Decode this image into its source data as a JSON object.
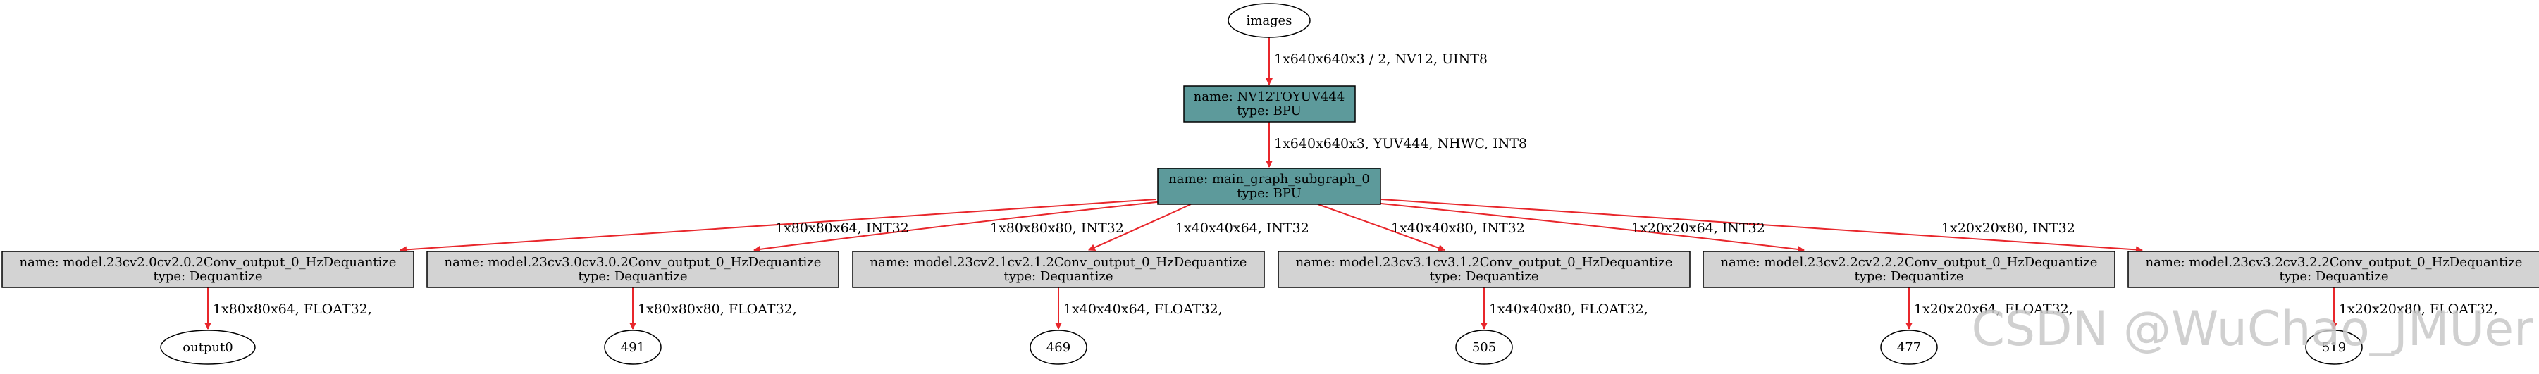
{
  "colors": {
    "edge": "#e8262b",
    "bpu_fill": "#5d9a9b",
    "dequant_fill": "#d3d3d3",
    "stroke": "#000000",
    "watermark": "#c8c8c8"
  },
  "nodes": {
    "images": {
      "label": "images"
    },
    "nv12": {
      "name": "name: NV12TOYUV444",
      "type": "type: BPU"
    },
    "main": {
      "name": "name: main_graph_subgraph_0",
      "type": "type: BPU"
    },
    "dequant": [
      {
        "name": "name: model.23cv2.0cv2.0.2Conv_output_0_HzDequantize",
        "type": "type: Dequantize"
      },
      {
        "name": "name: model.23cv3.0cv3.0.2Conv_output_0_HzDequantize",
        "type": "type: Dequantize"
      },
      {
        "name": "name: model.23cv2.1cv2.1.2Conv_output_0_HzDequantize",
        "type": "type: Dequantize"
      },
      {
        "name": "name: model.23cv3.1cv3.1.2Conv_output_0_HzDequantize",
        "type": "type: Dequantize"
      },
      {
        "name": "name: model.23cv2.2cv2.2.2Conv_output_0_HzDequantize",
        "type": "type: Dequantize"
      },
      {
        "name": "name: model.23cv3.2cv3.2.2Conv_output_0_HzDequantize",
        "type": "type: Dequantize"
      }
    ],
    "outputs": [
      {
        "label": "output0"
      },
      {
        "label": "491"
      },
      {
        "label": "469"
      },
      {
        "label": "505"
      },
      {
        "label": "477"
      },
      {
        "label": "519"
      }
    ]
  },
  "edges": {
    "images_to_nv12": "1x640x640x3 / 2, NV12, UINT8",
    "nv12_to_main": "1x640x640x3, YUV444, NHWC, INT8",
    "main_to_dequant": [
      "1x80x80x64, INT32",
      "1x80x80x80, INT32",
      "1x40x40x64, INT32",
      "1x40x40x80, INT32",
      "1x20x20x64, INT32",
      "1x20x20x80, INT32"
    ],
    "dequant_to_output": [
      "1x80x80x64, FLOAT32,",
      "1x80x80x80, FLOAT32,",
      "1x40x40x64, FLOAT32,",
      "1x40x40x80, FLOAT32,",
      "1x20x20x64, FLOAT32,",
      "1x20x20x80, FLOAT32,"
    ]
  },
  "watermark": "CSDN @WuChao_JMUer"
}
